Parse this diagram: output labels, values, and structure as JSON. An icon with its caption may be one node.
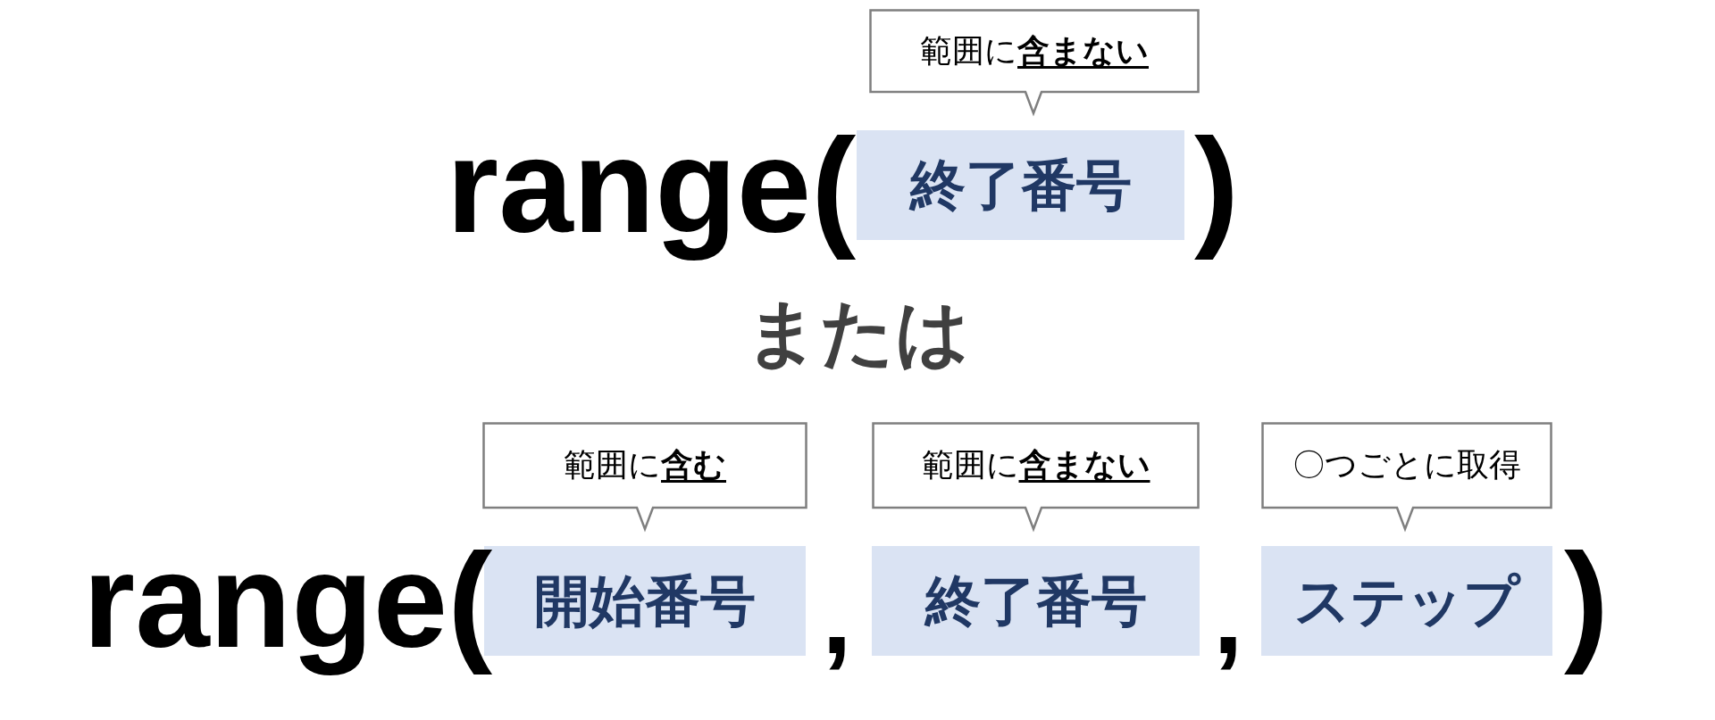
{
  "diagram": {
    "nodes": [
      {
        "text": [
          "範囲に**含まない**"
        ]
      },
      {
        "text": [
          "終了番号"
        ]
      },
      {
        "text": [
          "範囲に**含む**"
        ]
      },
      {
        "text": [
          "範囲に**含まない**"
        ]
      },
      {
        "text": [
          "〇つごとに取得"
        ]
      },
      {
        "text": [
          "開始番号"
        ]
      },
      {
        "text": [
          "終了番号"
        ]
      },
      {
        "text": [
          "ステップ"
        ]
      }
    ],
    "labels": [
      "range(",
      ")",
      "または",
      "range(",
      ",",
      ",",
      ")"
    ]
  }
}
